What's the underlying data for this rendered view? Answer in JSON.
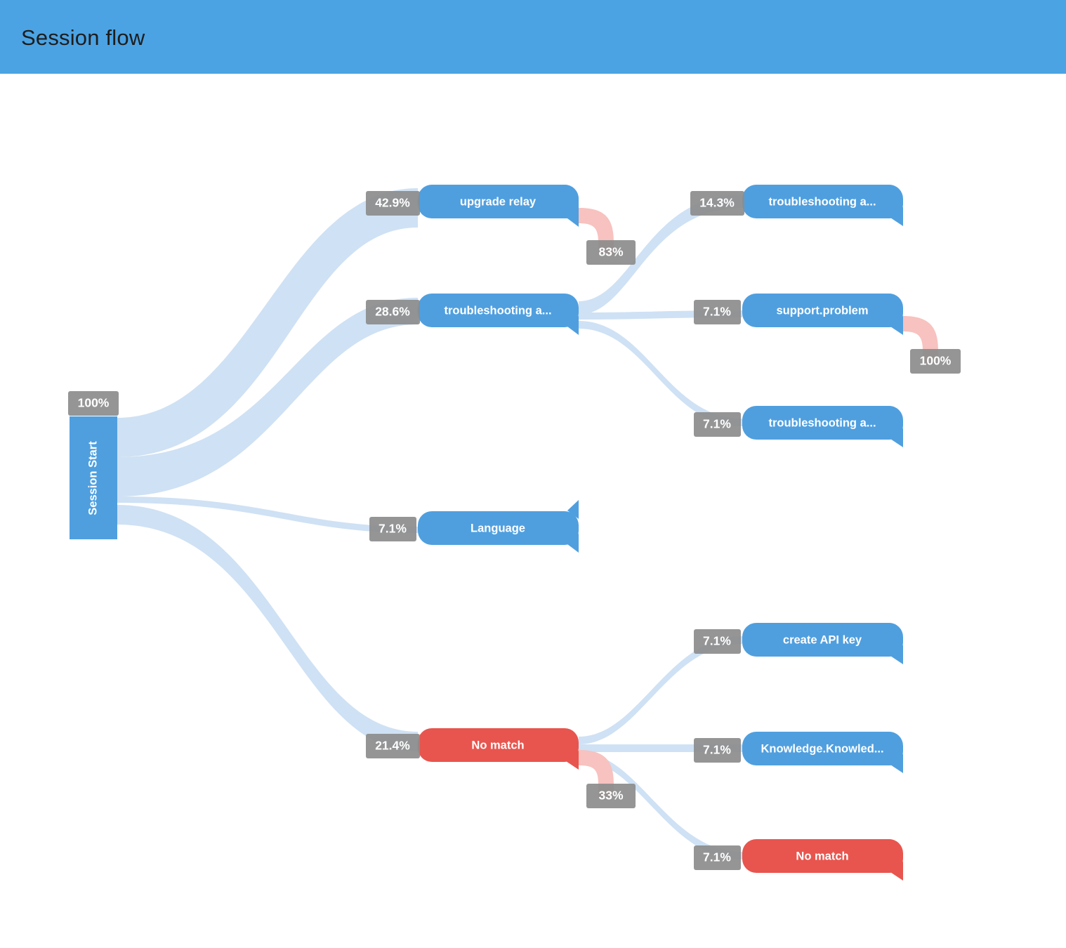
{
  "header": {
    "title": "Session flow",
    "background_color": "#4ba3e3",
    "title_color": "#1d1d1d"
  },
  "colors": {
    "node_blue": "#4f9fdf",
    "node_red": "#e8554e",
    "link_blue": "#cfe1f4",
    "link_pink": "#f7c2bf",
    "badge_gray": "#8c8c8c",
    "badge_text": "#ffffff",
    "canvas": "#ffffff"
  },
  "chart_data": {
    "type": "sankey",
    "title": "Session flow",
    "nodes": [
      {
        "id": "session-start",
        "label": "Session Start",
        "column": 0,
        "kind": "start",
        "color": "#4f9fdf",
        "value_label": "100%"
      },
      {
        "id": "upgrade-relay",
        "label": "upgrade relay",
        "column": 1,
        "kind": "intent",
        "color": "#4f9fdf",
        "value_label": "42.9%"
      },
      {
        "id": "troubleshooting-a-mid",
        "label": "troubleshooting a...",
        "column": 1,
        "kind": "intent",
        "color": "#4f9fdf",
        "value_label": "28.6%"
      },
      {
        "id": "language",
        "label": "Language",
        "column": 1,
        "kind": "intent",
        "color": "#4f9fdf",
        "value_label": "7.1%"
      },
      {
        "id": "no-match-mid",
        "label": "No match",
        "column": 1,
        "kind": "no-match",
        "color": "#e8554e",
        "value_label": "21.4%"
      },
      {
        "id": "troubleshooting-a-top",
        "label": "troubleshooting a...",
        "column": 2,
        "kind": "intent",
        "color": "#4f9fdf",
        "value_label": "14.3%"
      },
      {
        "id": "support-problem",
        "label": "support.problem",
        "column": 2,
        "kind": "intent",
        "color": "#4f9fdf",
        "value_label": "7.1%"
      },
      {
        "id": "troubleshooting-a-right",
        "label": "troubleshooting a...",
        "column": 2,
        "kind": "intent",
        "color": "#4f9fdf",
        "value_label": "7.1%"
      },
      {
        "id": "create-api-key",
        "label": "create API key",
        "column": 2,
        "kind": "intent",
        "color": "#4f9fdf",
        "value_label": "7.1%"
      },
      {
        "id": "knowledge",
        "label": "Knowledge.Knowled...",
        "column": 2,
        "kind": "intent",
        "color": "#4f9fdf",
        "value_label": "7.1%"
      },
      {
        "id": "no-match-right",
        "label": "No match",
        "column": 2,
        "kind": "no-match",
        "color": "#e8554e",
        "value_label": "7.1%"
      }
    ],
    "links": [
      {
        "source": "session-start",
        "target": "upgrade-relay",
        "value": 42.9,
        "label": "42.9%",
        "color": "#cfe1f4"
      },
      {
        "source": "session-start",
        "target": "troubleshooting-a-mid",
        "value": 28.6,
        "label": "28.6%",
        "color": "#cfe1f4"
      },
      {
        "source": "session-start",
        "target": "language",
        "value": 7.1,
        "label": "7.1%",
        "color": "#cfe1f4"
      },
      {
        "source": "session-start",
        "target": "no-match-mid",
        "value": 21.4,
        "label": "21.4%",
        "color": "#cfe1f4"
      },
      {
        "source": "upgrade-relay",
        "target": "exit-83",
        "value": 83,
        "label": "83%",
        "color": "#f7c2bf",
        "kind": "drop-off"
      },
      {
        "source": "troubleshooting-a-mid",
        "target": "troubleshooting-a-top",
        "value": 14.3,
        "label": "14.3%",
        "color": "#cfe1f4"
      },
      {
        "source": "troubleshooting-a-mid",
        "target": "support-problem",
        "value": 7.1,
        "label": "7.1%",
        "color": "#cfe1f4"
      },
      {
        "source": "troubleshooting-a-mid",
        "target": "troubleshooting-a-right",
        "value": 7.1,
        "label": "7.1%",
        "color": "#cfe1f4"
      },
      {
        "source": "support-problem",
        "target": "exit-100",
        "value": 100,
        "label": "100%",
        "color": "#f7c2bf",
        "kind": "drop-off"
      },
      {
        "source": "no-match-mid",
        "target": "create-api-key",
        "value": 7.1,
        "label": "7.1%",
        "color": "#cfe1f4"
      },
      {
        "source": "no-match-mid",
        "target": "knowledge",
        "value": 7.1,
        "label": "7.1%",
        "color": "#cfe1f4"
      },
      {
        "source": "no-match-mid",
        "target": "no-match-right",
        "value": 7.1,
        "label": "7.1%",
        "color": "#cfe1f4"
      },
      {
        "source": "no-match-mid",
        "target": "exit-33",
        "value": 33,
        "label": "33%",
        "color": "#f7c2bf",
        "kind": "drop-off"
      }
    ],
    "badges": [
      {
        "id": "badge-start",
        "text": "100%"
      },
      {
        "id": "badge-upgrade-relay",
        "text": "42.9%"
      },
      {
        "id": "badge-troubleshooting-mid",
        "text": "28.6%"
      },
      {
        "id": "badge-language",
        "text": "7.1%"
      },
      {
        "id": "badge-no-match-mid",
        "text": "21.4%"
      },
      {
        "id": "badge-troubleshooting-top",
        "text": "14.3%"
      },
      {
        "id": "badge-support-problem",
        "text": "7.1%"
      },
      {
        "id": "badge-troubleshooting-right",
        "text": "7.1%"
      },
      {
        "id": "badge-create-api-key",
        "text": "7.1%"
      },
      {
        "id": "badge-knowledge",
        "text": "7.1%"
      },
      {
        "id": "badge-no-match-right",
        "text": "7.1%"
      },
      {
        "id": "badge-exit-upgrade-relay",
        "text": "83%"
      },
      {
        "id": "badge-exit-support-problem",
        "text": "100%"
      },
      {
        "id": "badge-exit-no-match",
        "text": "33%"
      }
    ]
  },
  "labels": {
    "session_start": "Session Start",
    "upgrade_relay": "upgrade relay",
    "troubleshooting_mid": "troubleshooting a...",
    "language": "Language",
    "no_match_mid": "No match",
    "troubleshooting_top": "troubleshooting a...",
    "support_problem": "support.problem",
    "troubleshooting_right": "troubleshooting a...",
    "create_api_key": "create API key",
    "knowledge": "Knowledge.Knowled...",
    "no_match_right": "No match"
  },
  "values": {
    "start": "100%",
    "upgrade_relay": "42.9%",
    "troubleshooting_mid": "28.6%",
    "language": "7.1%",
    "no_match_mid": "21.4%",
    "troubleshooting_top": "14.3%",
    "support_problem": "7.1%",
    "troubleshooting_right": "7.1%",
    "create_api_key": "7.1%",
    "knowledge": "7.1%",
    "no_match_right": "7.1%",
    "exit_upgrade_relay": "83%",
    "exit_support_problem": "100%",
    "exit_no_match": "33%"
  }
}
